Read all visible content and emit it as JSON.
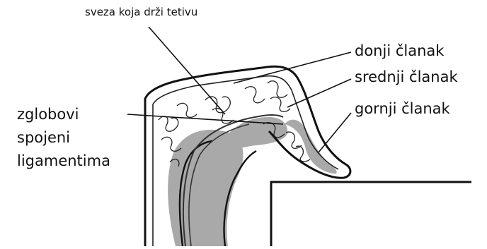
{
  "labels": {
    "tendon_ligament": "sveza koja drži tetivu",
    "distal_phalanx": "donji članak",
    "middle_phalanx": "srednji članak",
    "proximal_phalanx": "gornji članak",
    "joints": [
      "zglobovi",
      "spojeni",
      "ligamentima"
    ]
  },
  "colors": {
    "ink": "#111111",
    "bone": "#a9a9a9",
    "bone_light": "#c4c4c4",
    "background": "#ffffff"
  }
}
